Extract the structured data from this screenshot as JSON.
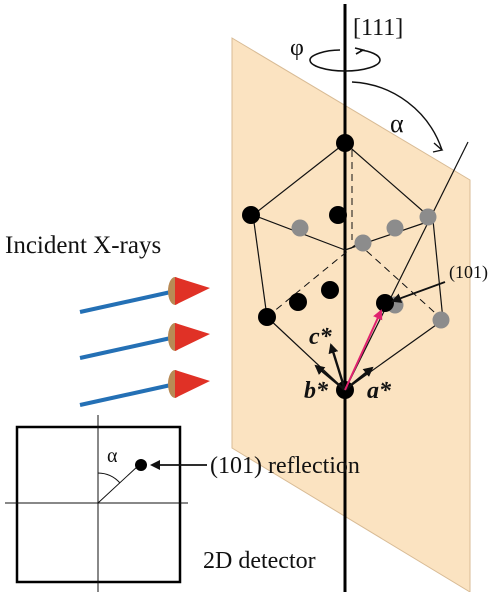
{
  "labels": {
    "axis": "[111]",
    "phi": "φ",
    "alpha": "α",
    "alpha_detector": "α",
    "incident": "Incident X-rays",
    "reflection_101": "(101)",
    "reflection_label": "(101) reflection",
    "detector": "2D detector",
    "c_star": "c*",
    "b_star": "b*",
    "a_star": "a*"
  },
  "colors": {
    "plane": "#fbe3c1",
    "plane_edge": "#d8bb95",
    "beam": "#2470b5",
    "cone": "#e03126",
    "cone_base": "#b88a55",
    "dot_black": "#000000",
    "dot_grey": "#8c8c8c",
    "arrow_101": "#e0226e"
  }
}
